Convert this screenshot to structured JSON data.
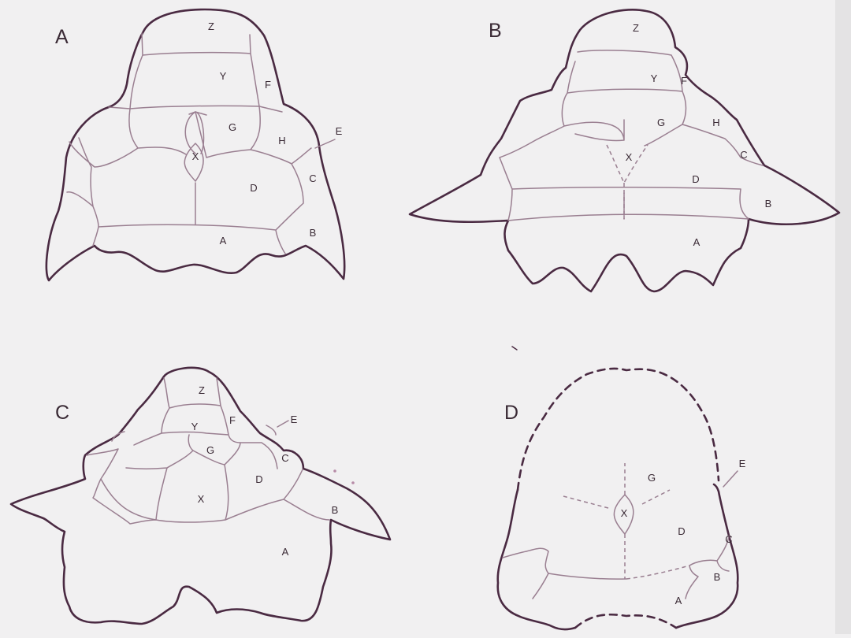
{
  "figure": {
    "panels": [
      {
        "id": "A",
        "label": "A",
        "plates": [
          "Z",
          "Y",
          "F",
          "G",
          "X",
          "H",
          "E",
          "D",
          "C",
          "A",
          "B"
        ]
      },
      {
        "id": "B",
        "label": "B",
        "plates": [
          "Z",
          "Y",
          "F",
          "G",
          "H",
          "X",
          "C",
          "D",
          "B",
          "A"
        ]
      },
      {
        "id": "C",
        "label": "C",
        "plates": [
          "Z",
          "E",
          "Y",
          "F",
          "G",
          "C",
          "D",
          "X",
          "B",
          "A"
        ]
      },
      {
        "id": "D",
        "label": "D",
        "plates": [
          "E",
          "G",
          "X",
          "D",
          "C",
          "B",
          "A"
        ]
      }
    ]
  }
}
